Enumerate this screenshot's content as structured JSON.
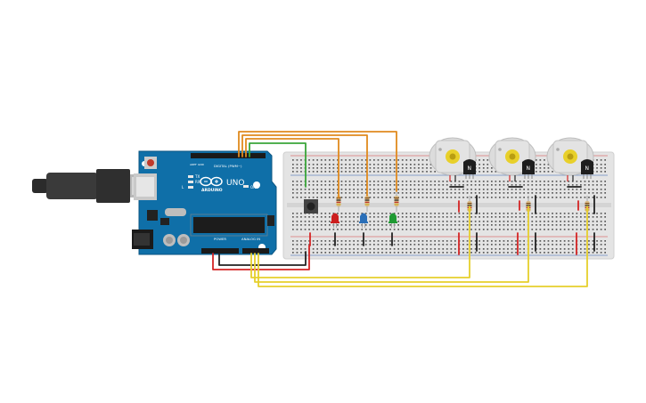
{
  "board": {
    "logo_text": "ARDUINO",
    "model": "UNO",
    "digital_label": "DIGITAL (PWM~)",
    "power_label": "POWER",
    "analog_label": "ANALOG IN",
    "tx_label": "TX",
    "rx_label": "RX",
    "l_label": "L",
    "on_label": "ON",
    "aref_label": "AREF",
    "gnd_label": "GND"
  },
  "leds": [
    {
      "name": "red-led",
      "color": "#cc1f1f"
    },
    {
      "name": "blue-led",
      "color": "#2a6fb8"
    },
    {
      "name": "green-led",
      "color": "#1f9a33"
    }
  ],
  "transistor_label": "N",
  "motor_count": 3,
  "colors": {
    "board_blue": "#0f6fa8",
    "breadboard": "#e4e4e4",
    "orange_wire": "#e08a1e",
    "green_wire": "#3aa53a",
    "yellow_wire": "#e6cf2c",
    "red_wire": "#d42424",
    "black_wire": "#222222",
    "motor_yellow": "#e8d02a"
  }
}
